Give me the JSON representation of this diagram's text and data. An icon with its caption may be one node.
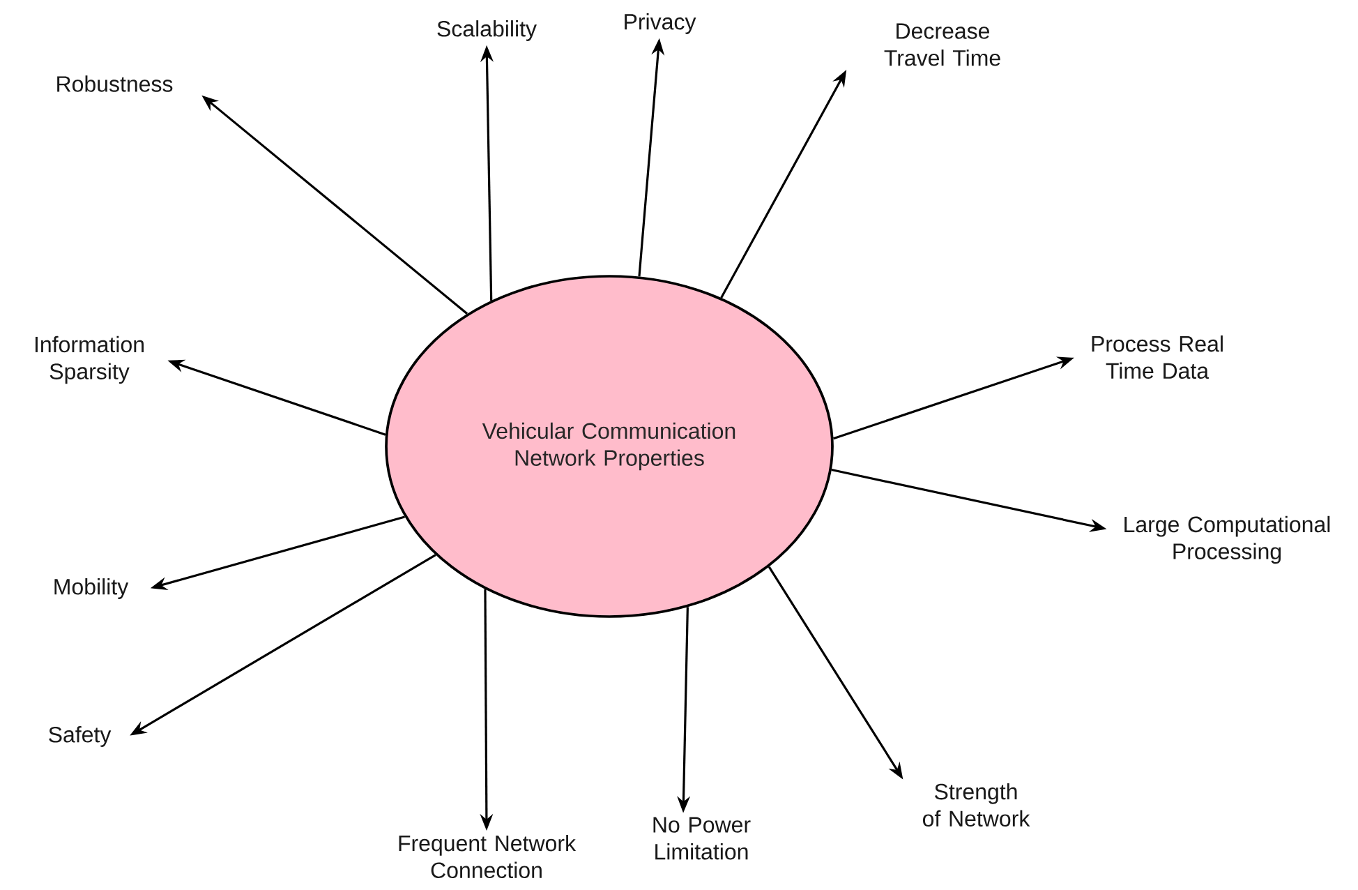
{
  "diagram": {
    "nodes": [
      {
        "text": [
          "Vehicular Communication Network Properties"
        ]
      },
      {
        "text": [
          "Robustness"
        ]
      },
      {
        "text": [
          "Scalability"
        ]
      },
      {
        "text": [
          "Privacy"
        ]
      },
      {
        "text": [
          "Decrease Travel Time"
        ]
      },
      {
        "text": [
          "Information Sparsity"
        ]
      },
      {
        "text": [
          "Process Real Time Data"
        ]
      },
      {
        "text": [
          "Mobility"
        ]
      },
      {
        "text": [
          "Large Computational Processing"
        ]
      },
      {
        "text": [
          "Safety"
        ]
      },
      {
        "text": [
          "Frequent Network Connection"
        ]
      },
      {
        "text": [
          "No Power Limitation"
        ]
      },
      {
        "text": [
          "Strength of Network"
        ]
      }
    ],
    "edges": [
      {
        "from": 0,
        "to": 1,
        "arrow": "to"
      },
      {
        "from": 0,
        "to": 2,
        "arrow": "to"
      },
      {
        "from": 0,
        "to": 3,
        "arrow": "to"
      },
      {
        "from": 0,
        "to": 4,
        "arrow": "to"
      },
      {
        "from": 0,
        "to": 5,
        "arrow": "to"
      },
      {
        "from": 0,
        "to": 6,
        "arrow": "to"
      },
      {
        "from": 0,
        "to": 7,
        "arrow": "to"
      },
      {
        "from": 0,
        "to": 8,
        "arrow": "to"
      },
      {
        "from": 0,
        "to": 9,
        "arrow": "to"
      },
      {
        "from": 0,
        "to": 10,
        "arrow": "to"
      },
      {
        "from": 0,
        "to": 11,
        "arrow": "to"
      },
      {
        "from": 0,
        "to": 12,
        "arrow": "to"
      }
    ]
  }
}
